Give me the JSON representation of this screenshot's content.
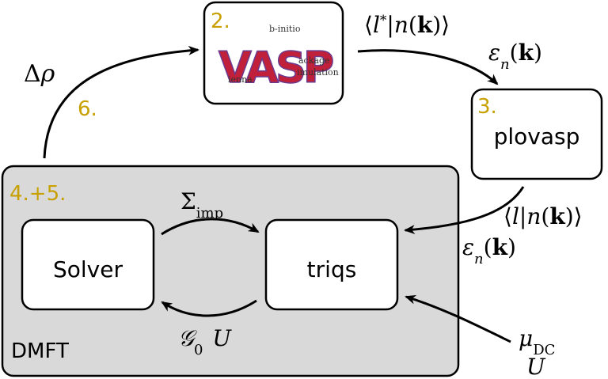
{
  "steps": {
    "vasp": "2.",
    "plovasp": "3.",
    "dmft_loop": "4.+5.",
    "charge_update": "6."
  },
  "boxes": {
    "vasp_logo": {
      "letters": "VASP",
      "word_abinitio": "b-initio",
      "word_package": "ackage",
      "word_simulation": "imulation",
      "word_vienna": "ienna"
    },
    "plovasp": "plovasp",
    "solver": "Solver",
    "triqs": "triqs",
    "dmft_container": "DMFT"
  },
  "labels": {
    "delta_rho": {
      "delta": "Δ",
      "rho": "ρ"
    },
    "projector_star": {
      "open": "⟨",
      "l": "l",
      "star": "*",
      "bar": "|",
      "n": "n",
      "paren_open": "(",
      "k": "k",
      "paren_close": ")",
      "close": "⟩"
    },
    "eps_top": {
      "eps": "ε",
      "n": "n",
      "paren_open": "(",
      "k": "k",
      "paren_close": ")"
    },
    "projector": {
      "open": "⟨",
      "l": "l",
      "bar": "|",
      "n": "n",
      "paren_open": "(",
      "k": "k",
      "paren_close": ")",
      "close": "⟩"
    },
    "eps_bottom": {
      "eps": "ε",
      "n": "n",
      "paren_open": "(",
      "k": "k",
      "paren_close": ")"
    },
    "sigma": {
      "symbol": "Σ",
      "sub": "imp"
    },
    "g0u": {
      "g": "𝒢",
      "sub": "0",
      "u": "U"
    },
    "mu_dc": {
      "symbol": "μ",
      "sub": "DC"
    },
    "u_param": "U"
  },
  "colors": {
    "step_number": "#c8a000",
    "dmft_fill": "#d9d9d9",
    "box_border": "#000000",
    "logo_red": "#c0203a",
    "logo_purple": "#6b3a8f"
  }
}
